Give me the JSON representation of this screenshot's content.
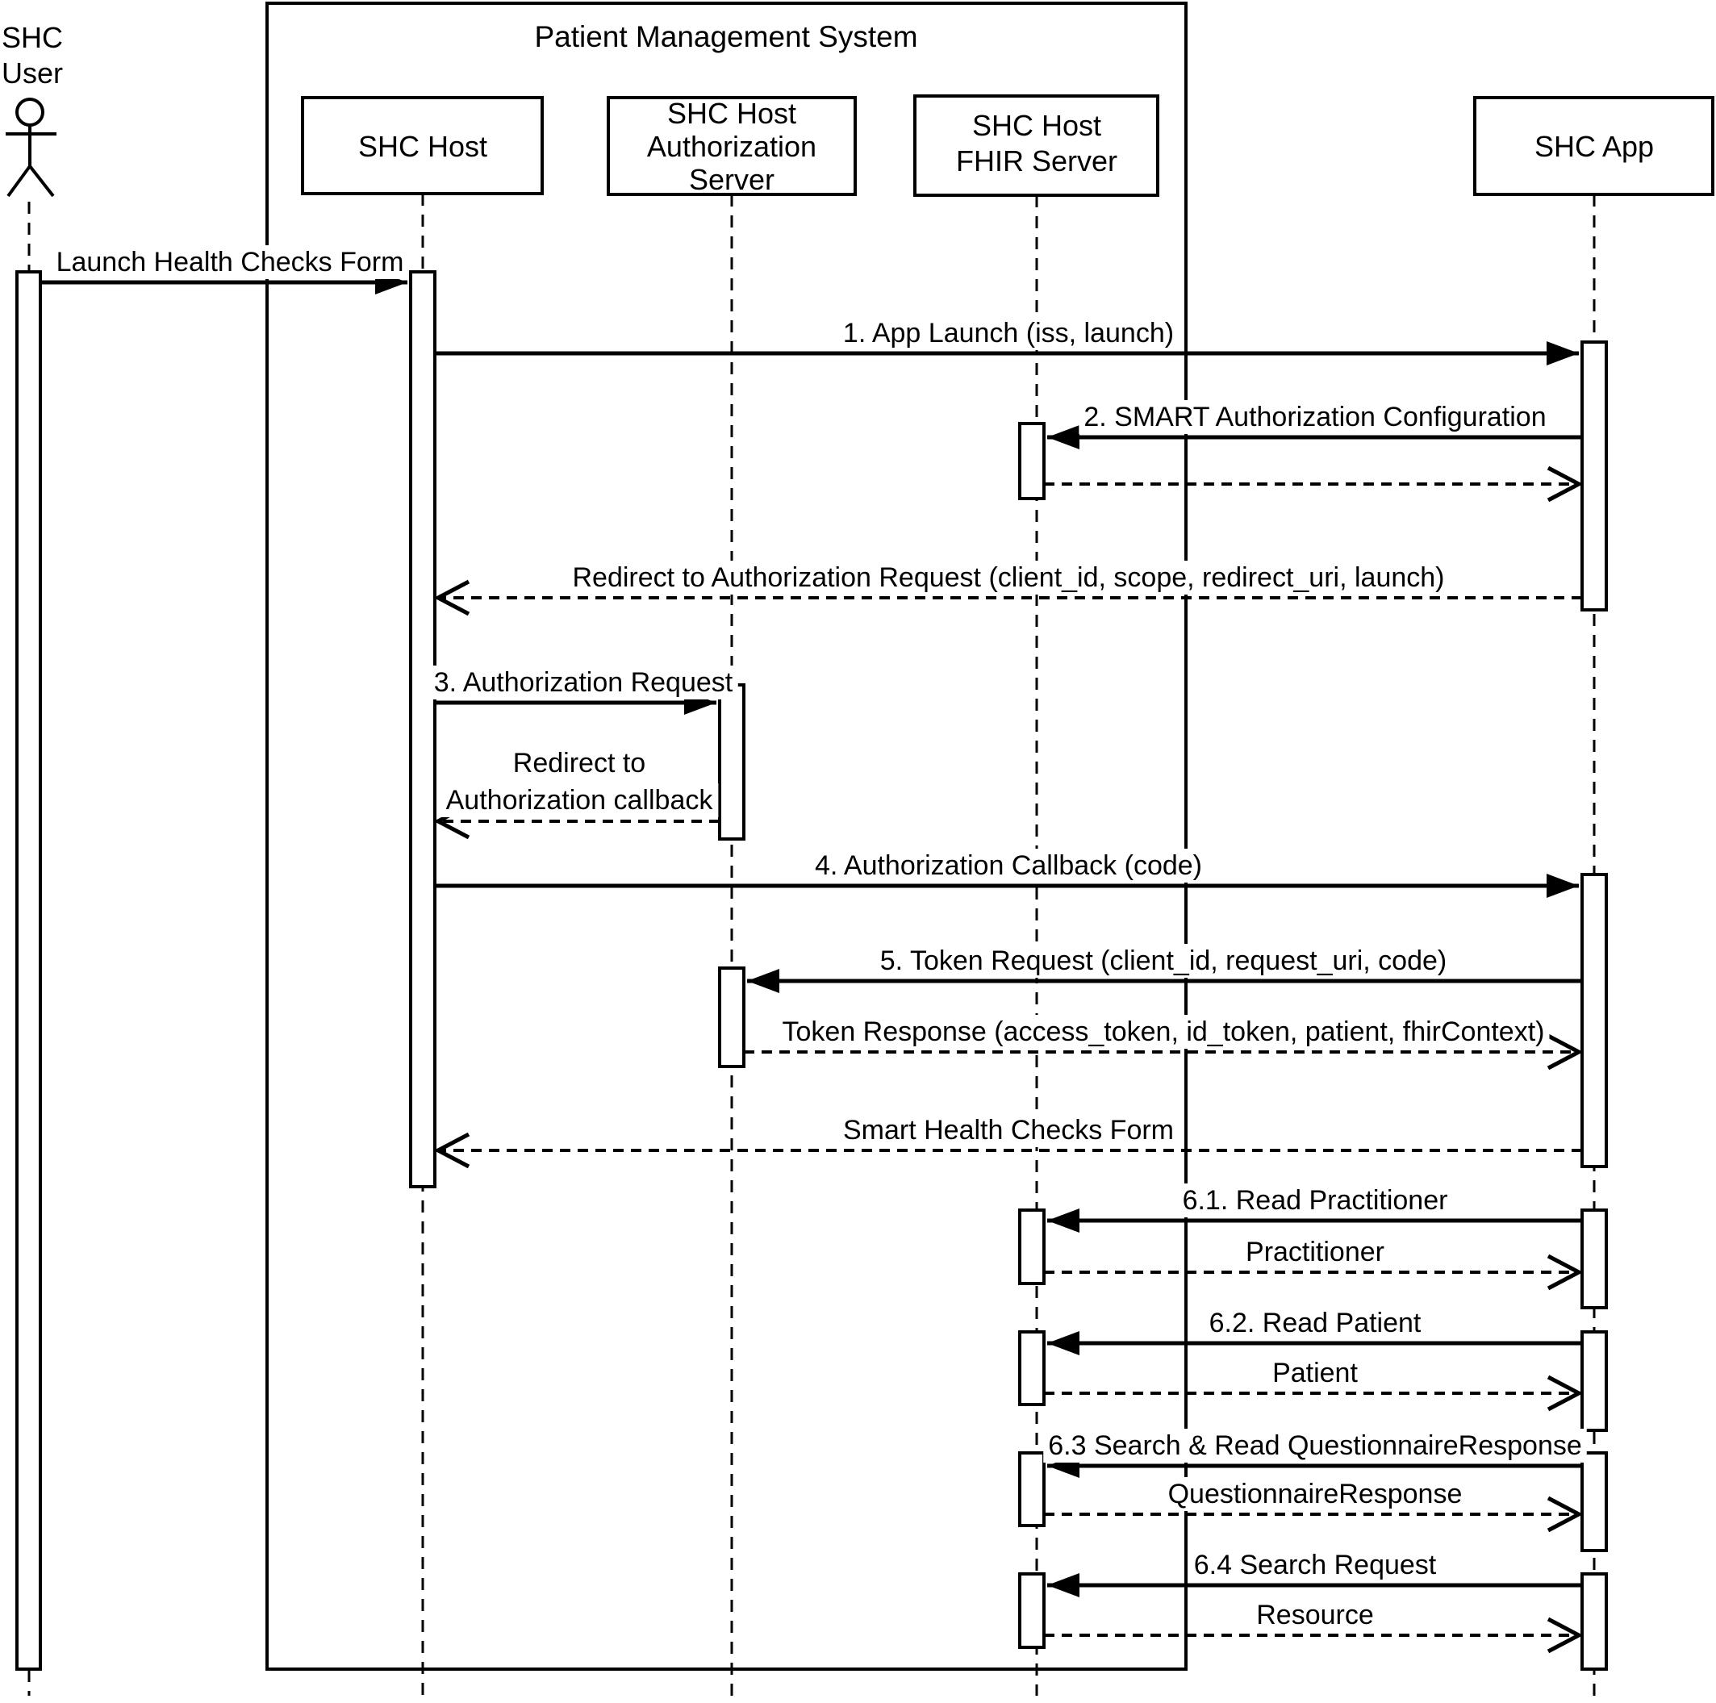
{
  "frame": {
    "title": "Patient Management System"
  },
  "participants": [
    {
      "id": "shc-user",
      "type": "actor",
      "lines": [
        "SHC",
        "User"
      ]
    },
    {
      "id": "shc-host",
      "type": "participant",
      "lines": [
        "SHC Host"
      ]
    },
    {
      "id": "shc-host-authorization-server",
      "type": "participant",
      "lines": [
        "SHC Host",
        "Authorization",
        "Server"
      ]
    },
    {
      "id": "shc-host-fhir-server",
      "type": "participant",
      "lines": [
        "SHC Host",
        "FHIR Server"
      ]
    },
    {
      "id": "shc-app",
      "type": "participant",
      "lines": [
        "SHC App"
      ]
    }
  ],
  "messages": [
    {
      "from": "SHC User",
      "to": "SHC Host",
      "kind": "sync",
      "label": "Launch Health Checks Form"
    },
    {
      "from": "SHC Host",
      "to": "SHC App",
      "kind": "sync",
      "label": "1. App Launch (iss, launch)"
    },
    {
      "from": "SHC App",
      "to": "SHC Host FHIR Server",
      "kind": "sync",
      "label": "2. SMART Authorization Configuration"
    },
    {
      "from": "SHC Host FHIR Server",
      "to": "SHC App",
      "kind": "return",
      "label": ""
    },
    {
      "from": "SHC App",
      "to": "SHC Host",
      "kind": "return",
      "label": "Redirect to Authorization Request (client_id, scope, redirect_uri, launch)"
    },
    {
      "from": "SHC Host",
      "to": "SHC Host Authorization Server",
      "kind": "sync",
      "label": "3. Authorization Request"
    },
    {
      "from": "SHC Host Authorization Server",
      "to": "SHC Host",
      "kind": "return",
      "label": "Redirect to Authorization callback",
      "label_lines": [
        "Redirect to",
        "Authorization callback"
      ]
    },
    {
      "from": "SHC Host",
      "to": "SHC App",
      "kind": "sync",
      "label": "4. Authorization Callback (code)"
    },
    {
      "from": "SHC App",
      "to": "SHC Host Authorization Server",
      "kind": "sync",
      "label": "5. Token Request (client_id, request_uri, code)"
    },
    {
      "from": "SHC Host Authorization Server",
      "to": "SHC App",
      "kind": "return",
      "label": "Token Response (access_token, id_token, patient, fhirContext)"
    },
    {
      "from": "SHC App",
      "to": "SHC Host",
      "kind": "return",
      "label": "Smart Health Checks Form"
    },
    {
      "from": "SHC App",
      "to": "SHC Host FHIR Server",
      "kind": "sync",
      "label": "6.1. Read Practitioner"
    },
    {
      "from": "SHC Host FHIR Server",
      "to": "SHC App",
      "kind": "return",
      "label": "Practitioner"
    },
    {
      "from": "SHC App",
      "to": "SHC Host FHIR Server",
      "kind": "sync",
      "label": "6.2. Read Patient"
    },
    {
      "from": "SHC Host FHIR Server",
      "to": "SHC App",
      "kind": "return",
      "label": "Patient"
    },
    {
      "from": "SHC App",
      "to": "SHC Host FHIR Server",
      "kind": "sync",
      "label": "6.3 Search & Read QuestionnaireResponse"
    },
    {
      "from": "SHC Host FHIR Server",
      "to": "SHC App",
      "kind": "return",
      "label": "QuestionnaireResponse"
    },
    {
      "from": "SHC App",
      "to": "SHC Host FHIR Server",
      "kind": "sync",
      "label": "6.4 Search Request"
    },
    {
      "from": "SHC Host FHIR Server",
      "to": "SHC App",
      "kind": "return",
      "label": "Resource"
    }
  ],
  "colors": {
    "stroke": "#000000",
    "background": "#ffffff"
  }
}
